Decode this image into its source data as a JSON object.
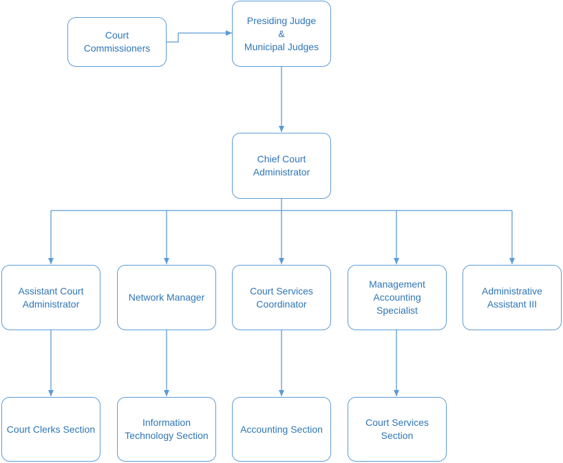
{
  "colors": {
    "border": "#5b9bd5",
    "text": "#2e75b6",
    "connector": "#5b9bd5"
  },
  "nodes": {
    "commissioners": {
      "lines": [
        "Court",
        "Commissioners"
      ]
    },
    "judges": {
      "lines": [
        "Presiding Judge",
        "&",
        "Municipal Judges"
      ]
    },
    "chief": {
      "lines": [
        "Chief Court",
        "Administrator"
      ]
    },
    "asst_admin": {
      "lines": [
        "Assistant Court",
        "Administrator"
      ]
    },
    "network": {
      "lines": [
        "Network Manager"
      ]
    },
    "services_coord": {
      "lines": [
        "Court Services",
        "Coordinator"
      ]
    },
    "mgmt_accounting": {
      "lines": [
        "Management",
        "Accounting",
        "Specialist"
      ]
    },
    "admin_asst": {
      "lines": [
        "Administrative",
        "Assistant III"
      ]
    },
    "clerks": {
      "lines": [
        "Court Clerks Section"
      ]
    },
    "it_section": {
      "lines": [
        "Information",
        "Technology Section"
      ]
    },
    "accounting": {
      "lines": [
        "Accounting Section"
      ]
    },
    "services_section": {
      "lines": [
        "Court Services",
        "Section"
      ]
    }
  }
}
